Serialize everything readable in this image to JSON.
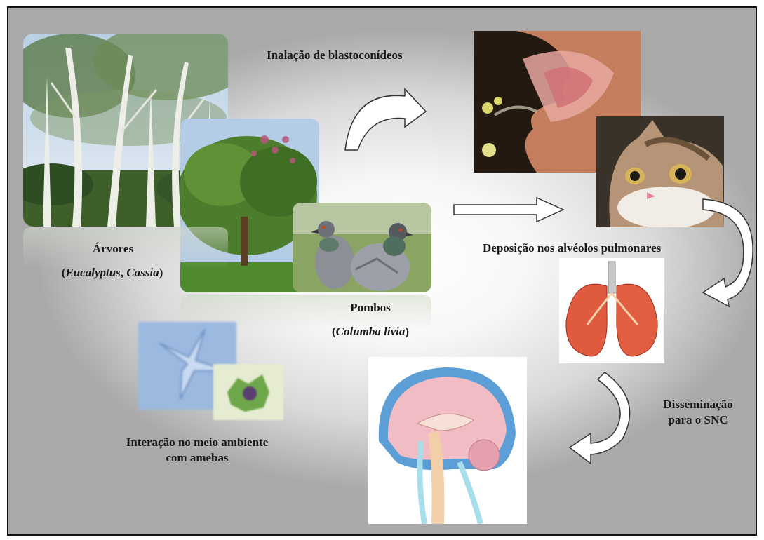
{
  "labels": {
    "inhalation": "Inalação de blastoconídeos",
    "trees_title": "Árvores",
    "trees_open": "(",
    "trees_genus_1": "Eucalyptus",
    "trees_sep": ", ",
    "trees_genus_2": "Cassia",
    "trees_close": ")",
    "pigeons_title": "Pombos",
    "pigeons_open": "(",
    "pigeons_species": "Columba livia",
    "pigeons_close": ")",
    "deposition": "Deposição nos alvéolos pulmonares",
    "dissemination_line1": "Disseminação",
    "dissemination_line2": "para o SNC",
    "interaction_line1": "Interação no meio ambiente",
    "interaction_line2": "com amebas"
  },
  "images": {
    "trees": "eucalyptus-trees-photo",
    "cassia": "cassia-tree-photo",
    "pigeons": "pigeons-photo",
    "amoeba_1": "amoeba-micrograph",
    "amoeba_2": "amoeba-yeast-micrograph",
    "nose": "nasal-inhalation-illustration",
    "cat": "cat-face-photo",
    "lungs": "lungs-illustration",
    "brain": "brain-sagittal-illustration"
  },
  "colors": {
    "arrow_stroke": "#333333",
    "frame_border": "#111111"
  }
}
